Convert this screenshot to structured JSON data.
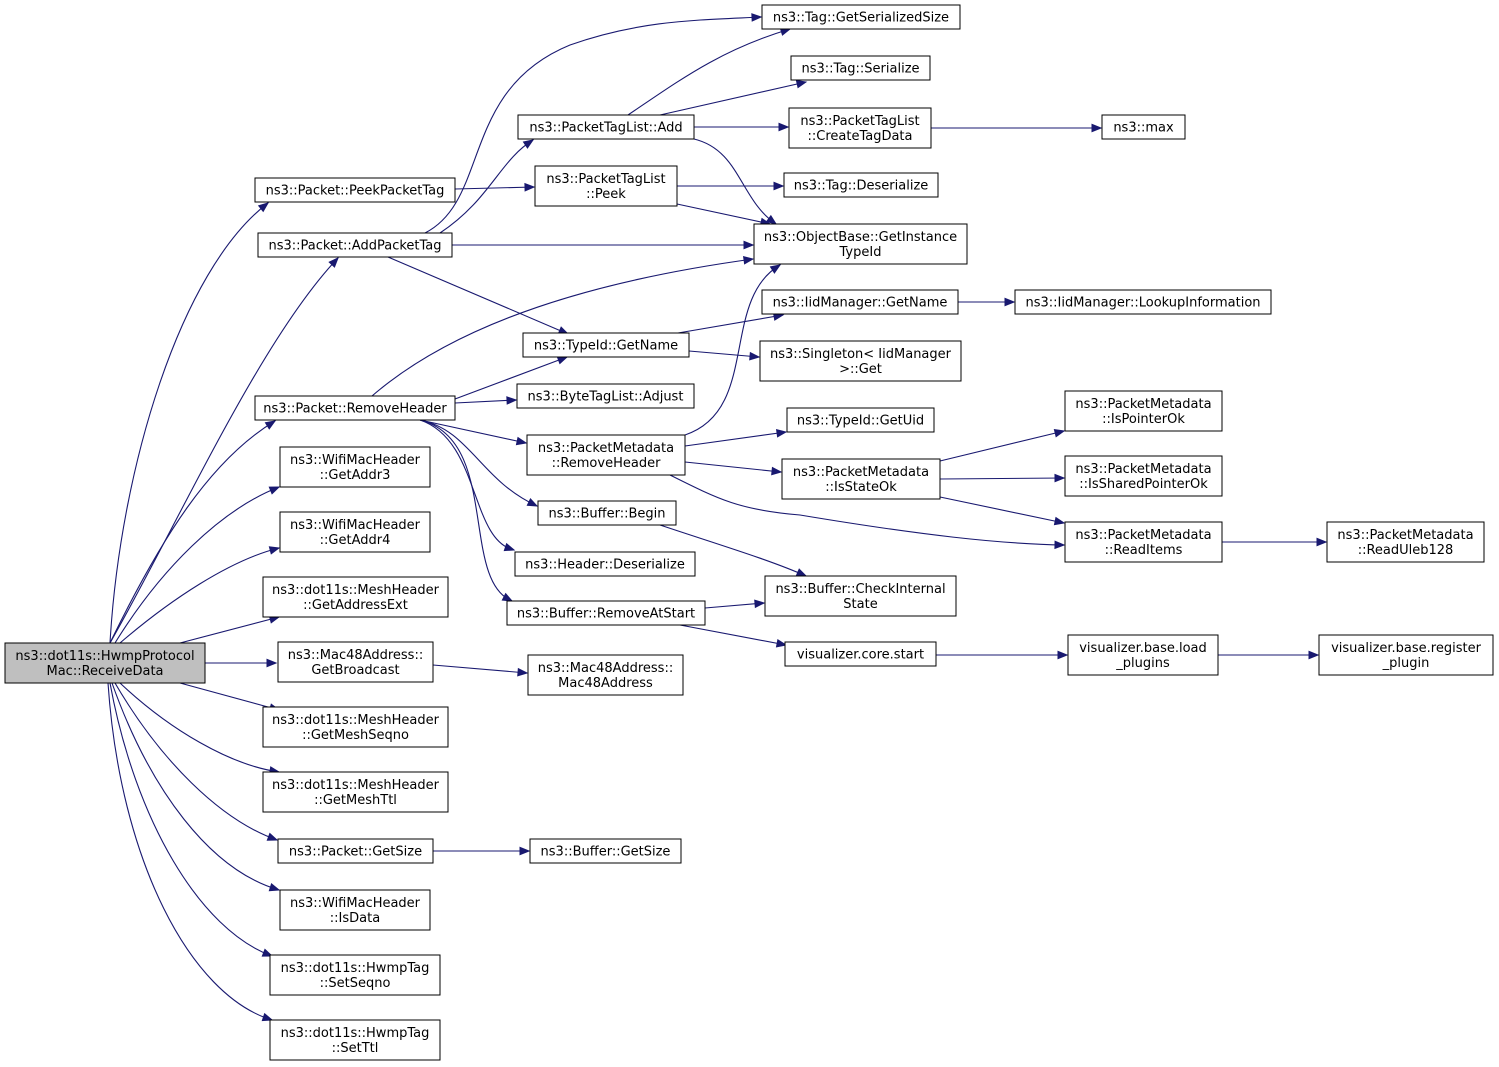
{
  "graph": {
    "nodes": [
      {
        "id": "root",
        "lines": [
          "ns3::dot11s::HwmpProtocol",
          "Mac::ReceiveData"
        ],
        "root": true
      },
      {
        "id": "peekpackettag",
        "lines": [
          "ns3::Packet::PeekPacketTag"
        ]
      },
      {
        "id": "addpackettag",
        "lines": [
          "ns3::Packet::AddPacketTag"
        ]
      },
      {
        "id": "removeheader",
        "lines": [
          "ns3::Packet::RemoveHeader"
        ]
      },
      {
        "id": "getaddr3",
        "lines": [
          "ns3::WifiMacHeader",
          "::GetAddr3"
        ]
      },
      {
        "id": "getaddr4",
        "lines": [
          "ns3::WifiMacHeader",
          "::GetAddr4"
        ]
      },
      {
        "id": "getaddressext",
        "lines": [
          "ns3::dot11s::MeshHeader",
          "::GetAddressExt"
        ]
      },
      {
        "id": "getbroadcast",
        "lines": [
          "ns3::Mac48Address::",
          "GetBroadcast"
        ]
      },
      {
        "id": "getmeshseqno",
        "lines": [
          "ns3::dot11s::MeshHeader",
          "::GetMeshSeqno"
        ]
      },
      {
        "id": "getmeshttl",
        "lines": [
          "ns3::dot11s::MeshHeader",
          "::GetMeshTtl"
        ]
      },
      {
        "id": "packetgetsize",
        "lines": [
          "ns3::Packet::GetSize"
        ]
      },
      {
        "id": "isdata",
        "lines": [
          "ns3::WifiMacHeader",
          "::IsData"
        ]
      },
      {
        "id": "setseqno",
        "lines": [
          "ns3::dot11s::HwmpTag",
          "::SetSeqno"
        ]
      },
      {
        "id": "setttl",
        "lines": [
          "ns3::dot11s::HwmpTag",
          "::SetTtl"
        ]
      },
      {
        "id": "ptlpeek",
        "lines": [
          "ns3::PacketTagList",
          "::Peek"
        ]
      },
      {
        "id": "ptladd",
        "lines": [
          "ns3::PacketTagList::Add"
        ]
      },
      {
        "id": "typeidgetname",
        "lines": [
          "ns3::TypeId::GetName"
        ]
      },
      {
        "id": "btladjust",
        "lines": [
          "ns3::ByteTagList::Adjust"
        ]
      },
      {
        "id": "pmremoveheader",
        "lines": [
          "ns3::PacketMetadata",
          "::RemoveHeader"
        ]
      },
      {
        "id": "bufferbegin",
        "lines": [
          "ns3::Buffer::Begin"
        ]
      },
      {
        "id": "headerdeserialize",
        "lines": [
          "ns3::Header::Deserialize"
        ]
      },
      {
        "id": "bufferremoveatstart",
        "lines": [
          "ns3::Buffer::RemoveAtStart"
        ]
      },
      {
        "id": "mac48address",
        "lines": [
          "ns3::Mac48Address::",
          "Mac48Address"
        ]
      },
      {
        "id": "buffergetsize",
        "lines": [
          "ns3::Buffer::GetSize"
        ]
      },
      {
        "id": "taggetserializedsize",
        "lines": [
          "ns3::Tag::GetSerializedSize"
        ]
      },
      {
        "id": "tagserialize",
        "lines": [
          "ns3::Tag::Serialize"
        ]
      },
      {
        "id": "ptlcreatetagdata",
        "lines": [
          "ns3::PacketTagList",
          "::CreateTagData"
        ]
      },
      {
        "id": "tagdeserialize",
        "lines": [
          "ns3::Tag::Deserialize"
        ]
      },
      {
        "id": "getinstancetypeid",
        "lines": [
          "ns3::ObjectBase::GetInstance",
          "TypeId"
        ]
      },
      {
        "id": "iidgetname",
        "lines": [
          "ns3::IidManager::GetName"
        ]
      },
      {
        "id": "singletonget",
        "lines": [
          "ns3::Singleton< IidManager",
          ">::Get"
        ]
      },
      {
        "id": "typeidgetuid",
        "lines": [
          "ns3::TypeId::GetUid"
        ]
      },
      {
        "id": "pmisstateok",
        "lines": [
          "ns3::PacketMetadata",
          "::IsStateOk"
        ]
      },
      {
        "id": "checkinternalstate",
        "lines": [
          "ns3::Buffer::CheckInternal",
          "State"
        ]
      },
      {
        "id": "vizcorestart",
        "lines": [
          "visualizer.core.start"
        ]
      },
      {
        "id": "max",
        "lines": [
          "ns3::max"
        ]
      },
      {
        "id": "lookupinformation",
        "lines": [
          "ns3::IidManager::LookupInformation"
        ]
      },
      {
        "id": "pmispointerok",
        "lines": [
          "ns3::PacketMetadata",
          "::IsPointerOk"
        ]
      },
      {
        "id": "pmissharedpointerok",
        "lines": [
          "ns3::PacketMetadata",
          "::IsSharedPointerOk"
        ]
      },
      {
        "id": "pmreaditems",
        "lines": [
          "ns3::PacketMetadata",
          "::ReadItems"
        ]
      },
      {
        "id": "vizloadplugins",
        "lines": [
          "visualizer.base.load",
          "_plugins"
        ]
      },
      {
        "id": "pmreaduleb128",
        "lines": [
          "ns3::PacketMetadata",
          "::ReadUleb128"
        ]
      },
      {
        "id": "vizregisterplugin",
        "lines": [
          "visualizer.base.register",
          "_plugin"
        ]
      }
    ],
    "edges": [
      {
        "from": "root",
        "to": "peekpackettag"
      },
      {
        "from": "root",
        "to": "addpackettag"
      },
      {
        "from": "root",
        "to": "removeheader"
      },
      {
        "from": "root",
        "to": "getaddr3"
      },
      {
        "from": "root",
        "to": "getaddr4"
      },
      {
        "from": "root",
        "to": "getaddressext"
      },
      {
        "from": "root",
        "to": "getbroadcast"
      },
      {
        "from": "root",
        "to": "getmeshseqno"
      },
      {
        "from": "root",
        "to": "getmeshttl"
      },
      {
        "from": "root",
        "to": "packetgetsize"
      },
      {
        "from": "root",
        "to": "isdata"
      },
      {
        "from": "root",
        "to": "setseqno"
      },
      {
        "from": "root",
        "to": "setttl"
      },
      {
        "from": "peekpackettag",
        "to": "ptlpeek"
      },
      {
        "from": "addpackettag",
        "to": "taggetserializedsize"
      },
      {
        "from": "addpackettag",
        "to": "ptladd"
      },
      {
        "from": "addpackettag",
        "to": "getinstancetypeid"
      },
      {
        "from": "addpackettag",
        "to": "typeidgetname"
      },
      {
        "from": "removeheader",
        "to": "getinstancetypeid"
      },
      {
        "from": "removeheader",
        "to": "typeidgetname"
      },
      {
        "from": "removeheader",
        "to": "btladjust"
      },
      {
        "from": "removeheader",
        "to": "pmremoveheader"
      },
      {
        "from": "removeheader",
        "to": "bufferbegin"
      },
      {
        "from": "removeheader",
        "to": "headerdeserialize"
      },
      {
        "from": "removeheader",
        "to": "bufferremoveatstart"
      },
      {
        "from": "getbroadcast",
        "to": "mac48address"
      },
      {
        "from": "packetgetsize",
        "to": "buffergetsize"
      },
      {
        "from": "ptladd",
        "to": "taggetserializedsize"
      },
      {
        "from": "ptladd",
        "to": "tagserialize"
      },
      {
        "from": "ptladd",
        "to": "ptlcreatetagdata"
      },
      {
        "from": "ptladd",
        "to": "getinstancetypeid"
      },
      {
        "from": "ptlpeek",
        "to": "tagdeserialize"
      },
      {
        "from": "ptlpeek",
        "to": "getinstancetypeid"
      },
      {
        "from": "typeidgetname",
        "to": "iidgetname"
      },
      {
        "from": "typeidgetname",
        "to": "singletonget"
      },
      {
        "from": "pmremoveheader",
        "to": "getinstancetypeid"
      },
      {
        "from": "pmremoveheader",
        "to": "typeidgetuid"
      },
      {
        "from": "pmremoveheader",
        "to": "pmisstateok"
      },
      {
        "from": "pmremoveheader",
        "to": "pmreaditems"
      },
      {
        "from": "bufferbegin",
        "to": "checkinternalstate"
      },
      {
        "from": "bufferremoveatstart",
        "to": "checkinternalstate"
      },
      {
        "from": "bufferremoveatstart",
        "to": "vizcorestart"
      },
      {
        "from": "ptlcreatetagdata",
        "to": "max"
      },
      {
        "from": "iidgetname",
        "to": "lookupinformation"
      },
      {
        "from": "pmisstateok",
        "to": "pmispointerok"
      },
      {
        "from": "pmisstateok",
        "to": "pmissharedpointerok"
      },
      {
        "from": "pmisstateok",
        "to": "pmreaditems"
      },
      {
        "from": "pmreaditems",
        "to": "pmreaduleb128"
      },
      {
        "from": "vizcorestart",
        "to": "vizloadplugins"
      },
      {
        "from": "vizloadplugins",
        "to": "vizregisterplugin"
      }
    ],
    "colors": {
      "edge": "#191970",
      "root_fill": "#bfbfbf",
      "node_fill": "#ffffff",
      "node_stroke": "#000000"
    }
  }
}
